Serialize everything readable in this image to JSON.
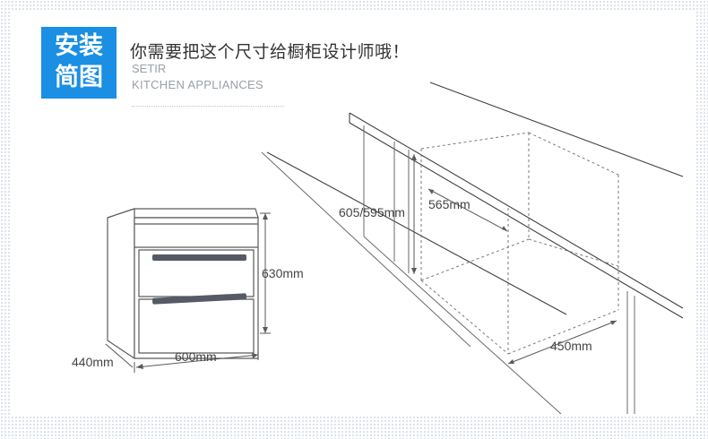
{
  "badge": {
    "line1": "安装",
    "line2": "简图"
  },
  "header": {
    "title": "你需要把这个尺寸给橱柜设计师哦！",
    "brand": "SETIR",
    "brand_sub": "KITCHEN APPLIANCES"
  },
  "unit": {
    "height_label": "630mm",
    "width_label": "600mm",
    "depth_label": "440mm"
  },
  "cabinet": {
    "height_label": "605/595mm",
    "depth_label": "565mm",
    "width_label": "450mm"
  },
  "colors": {
    "accent": "#1a8fe3",
    "line": "#5a5a5a",
    "handle": "#555a66",
    "dots": "#d4dbe4"
  }
}
